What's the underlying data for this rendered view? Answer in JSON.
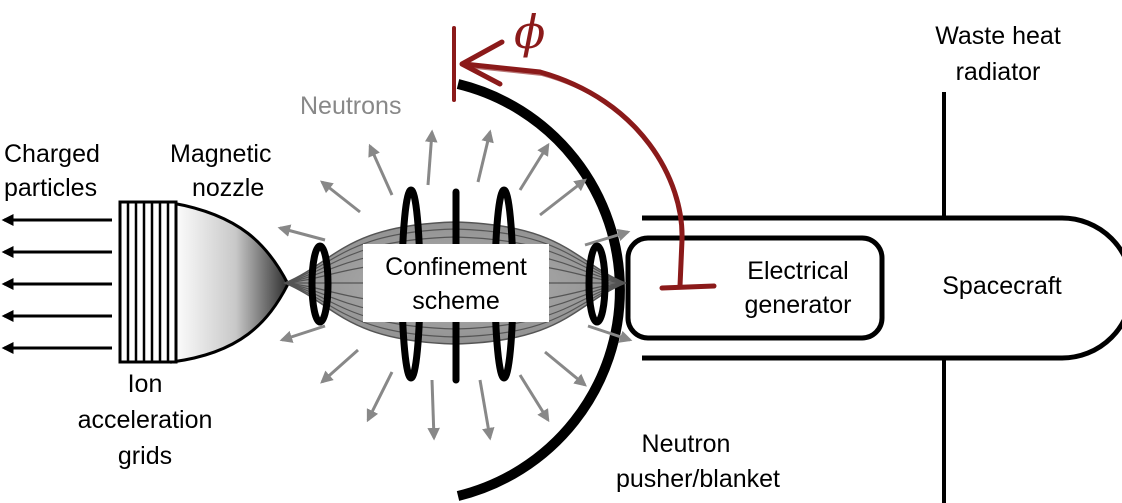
{
  "labels": {
    "charged_particles": [
      "Charged",
      "particles"
    ],
    "magnetic_nozzle": [
      "Magnetic",
      "nozzle"
    ],
    "neutrons": "Neutrons",
    "confinement_scheme": [
      "Confinement",
      "scheme"
    ],
    "ion_acceleration_grids": [
      "Ion",
      "acceleration",
      "grids"
    ],
    "electrical_generator": [
      "Electrical",
      "generator"
    ],
    "spacecraft": "Spacecraft",
    "waste_heat_radiator": [
      "Waste heat",
      "radiator"
    ],
    "neutron_pusher_blanket": [
      "Neutron",
      "pusher/blanket"
    ],
    "phi": "ϕ"
  },
  "colors": {
    "ink": "#000000",
    "neutron_arrows": "#888888",
    "phi_arrow": "#8b1a1a",
    "plasma_fill": "#9a9a9a",
    "nozzle_dark": "#3a3a3a",
    "nozzle_light": "#ffffff"
  }
}
